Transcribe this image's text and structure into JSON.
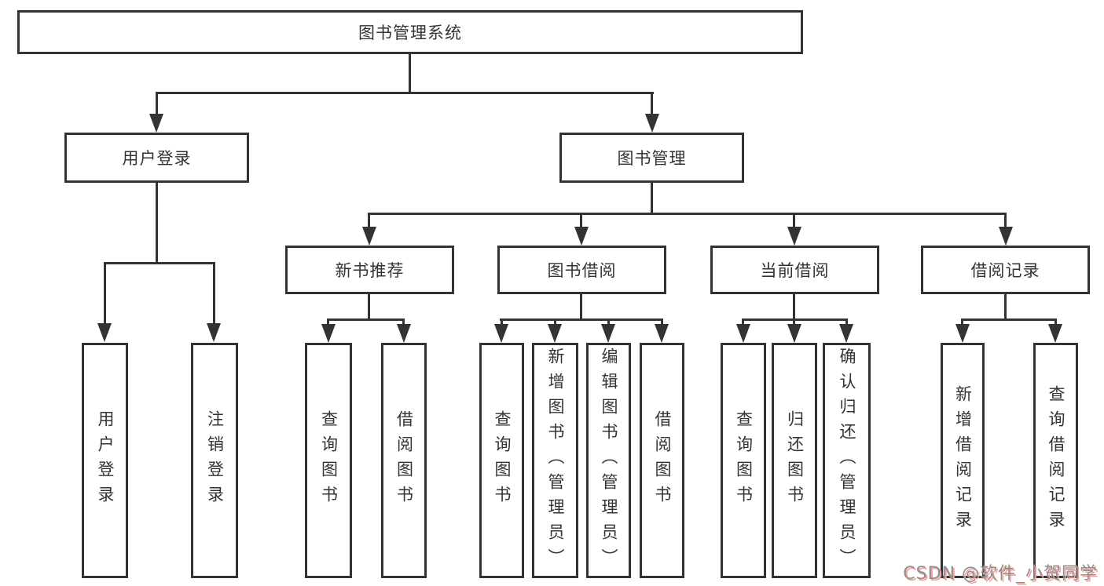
{
  "diagram": {
    "root": {
      "label": "图书管理系统"
    },
    "branches": [
      {
        "label": "用户登录",
        "children": [
          {
            "label": "用户登录"
          },
          {
            "label": "注销登录"
          }
        ]
      },
      {
        "label": "图书管理",
        "children": [
          {
            "label": "新书推荐",
            "children": [
              {
                "label": "查询图书"
              },
              {
                "label": "借阅图书"
              }
            ]
          },
          {
            "label": "图书借阅",
            "children": [
              {
                "label": "查询图书"
              },
              {
                "label": "新增图书（管理员）"
              },
              {
                "label": "编辑图书（管理员）"
              },
              {
                "label": "借阅图书"
              }
            ]
          },
          {
            "label": "当前借阅",
            "children": [
              {
                "label": "查询图书"
              },
              {
                "label": "归还图书"
              },
              {
                "label": "确认归还（管理员）"
              }
            ]
          },
          {
            "label": "借阅记录",
            "children": [
              {
                "label": "新增借阅记录"
              },
              {
                "label": "查询借阅记录"
              }
            ]
          }
        ]
      }
    ]
  },
  "watermark": {
    "text": "CSDN @软件_小贺同学"
  },
  "colors": {
    "line": "#333333",
    "text": "#333333",
    "background": "#ffffff",
    "watermark_text": "#8f8f8f",
    "watermark_shadow": "#f5a39d"
  }
}
